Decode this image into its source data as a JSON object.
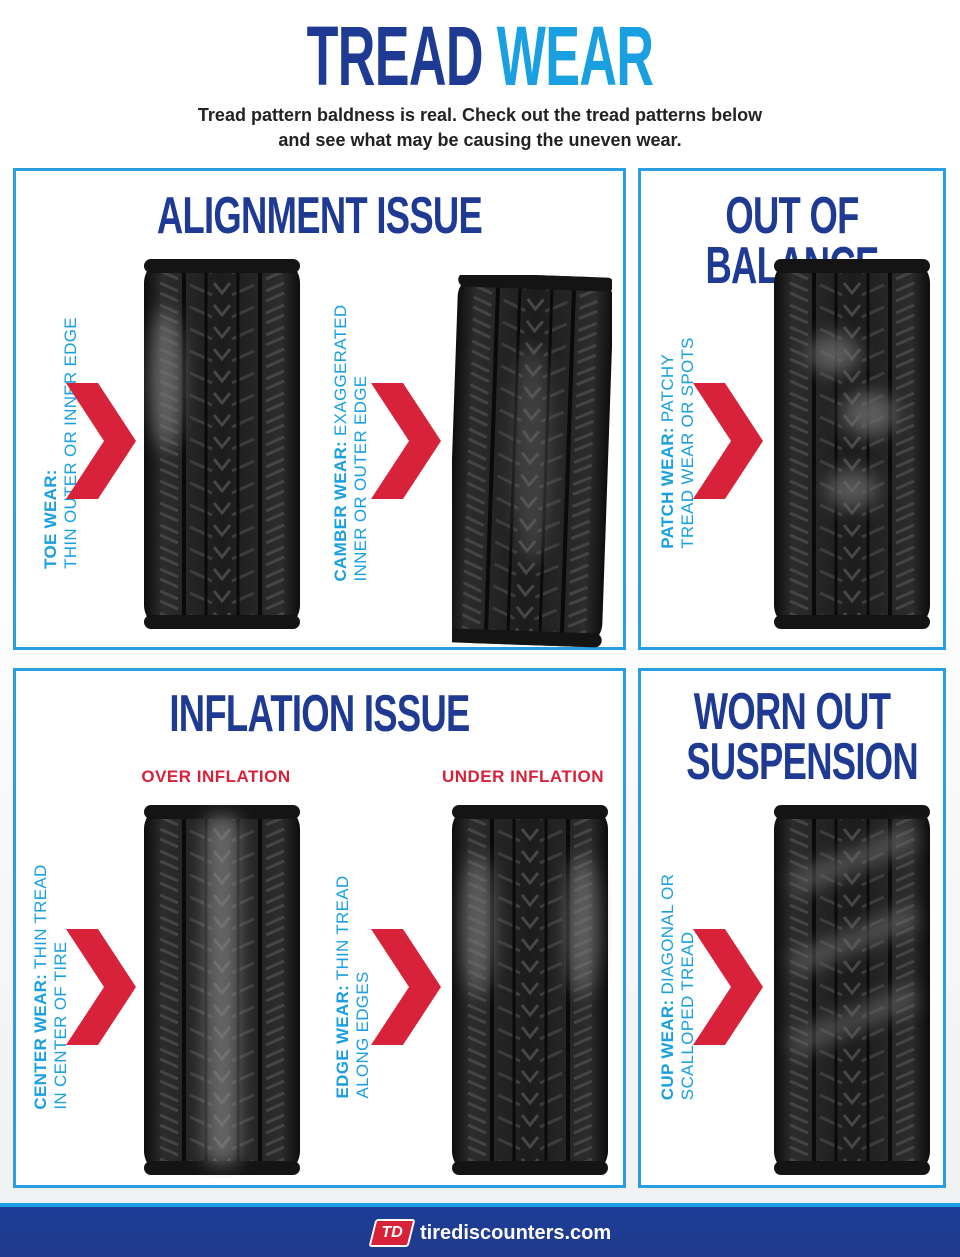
{
  "header": {
    "title_part1": "TREAD",
    "title_part2": "WEAR",
    "subtitle_line1": "Tread pattern baldness is real. Check out the tread patterns below",
    "subtitle_line2": "and see what may be causing the uneven wear."
  },
  "panels": {
    "alignment": {
      "title": "ALIGNMENT ISSUE",
      "toe_bold": "TOE WEAR:",
      "toe_text": "THIN OUTER OR INNER EDGE",
      "camber_bold": "CAMBER WEAR:",
      "camber_text1": "EXAGGERATED",
      "camber_text2": "INNER OR OUTER EDGE"
    },
    "balance": {
      "title": "OUT OF BALANCE",
      "patch_bold": "PATCH WEAR:",
      "patch_text1": "PATCHY",
      "patch_text2": "TREAD WEAR OR SPOTS"
    },
    "inflation": {
      "title": "INFLATION ISSUE",
      "over_label": "OVER INFLATION",
      "under_label": "UNDER INFLATION",
      "center_bold": "CENTER WEAR:",
      "center_text1": "THIN TREAD",
      "center_text2": "IN CENTER OF TIRE",
      "edge_bold": "EDGE WEAR:",
      "edge_text1": "THIN TREAD",
      "edge_text2": "ALONG EDGES"
    },
    "suspension": {
      "title_line1": "WORN OUT",
      "title_line2": "SUSPENSION",
      "cup_bold": "CUP WEAR:",
      "cup_text1": "DIAGONAL OR",
      "cup_text2": "SCALLOPED TREAD"
    }
  },
  "footer": {
    "logo_text": "TD",
    "url": "tirediscounters.com"
  },
  "colors": {
    "navy": "#1f3a93",
    "sky": "#1aa0e0",
    "red": "#d7223a"
  }
}
